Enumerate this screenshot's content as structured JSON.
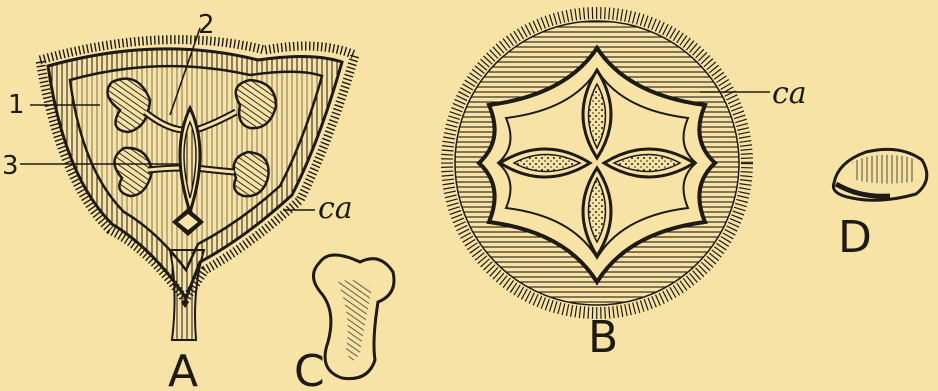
{
  "figure": {
    "labels": {
      "fig_a": "A",
      "fig_b": "B",
      "fig_c": "C",
      "fig_d": "D",
      "part_1": "1",
      "part_2": "2",
      "part_3": "3",
      "calyx_a": "ca",
      "calyx_b": "ca"
    },
    "colors": {
      "paper": "#f7e3a6",
      "ink": "#1f1a12"
    }
  }
}
